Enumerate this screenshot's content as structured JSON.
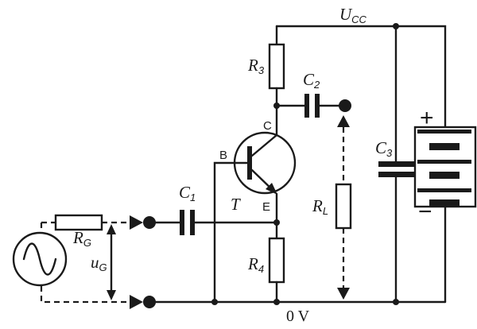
{
  "labels": {
    "supply": "U",
    "supply_sub": "CC",
    "ground": "0 V",
    "r3": "R",
    "r3_sub": "3",
    "r4": "R",
    "r4_sub": "4",
    "rg": "R",
    "rg_sub": "G",
    "rl": "R",
    "rl_sub": "L",
    "c1": "C",
    "c1_sub": "1",
    "c2": "C",
    "c2_sub": "2",
    "c3": "C",
    "c3_sub": "3",
    "ug": "u",
    "ug_sub": "G",
    "transistor": "T",
    "pin_b": "B",
    "pin_c": "C",
    "pin_e": "E",
    "battery_plus": "+",
    "battery_minus": "−"
  },
  "icons": {
    "generator": "sine-wave-icon",
    "battery": "battery-icon",
    "transistor": "npn-transistor-icon"
  }
}
